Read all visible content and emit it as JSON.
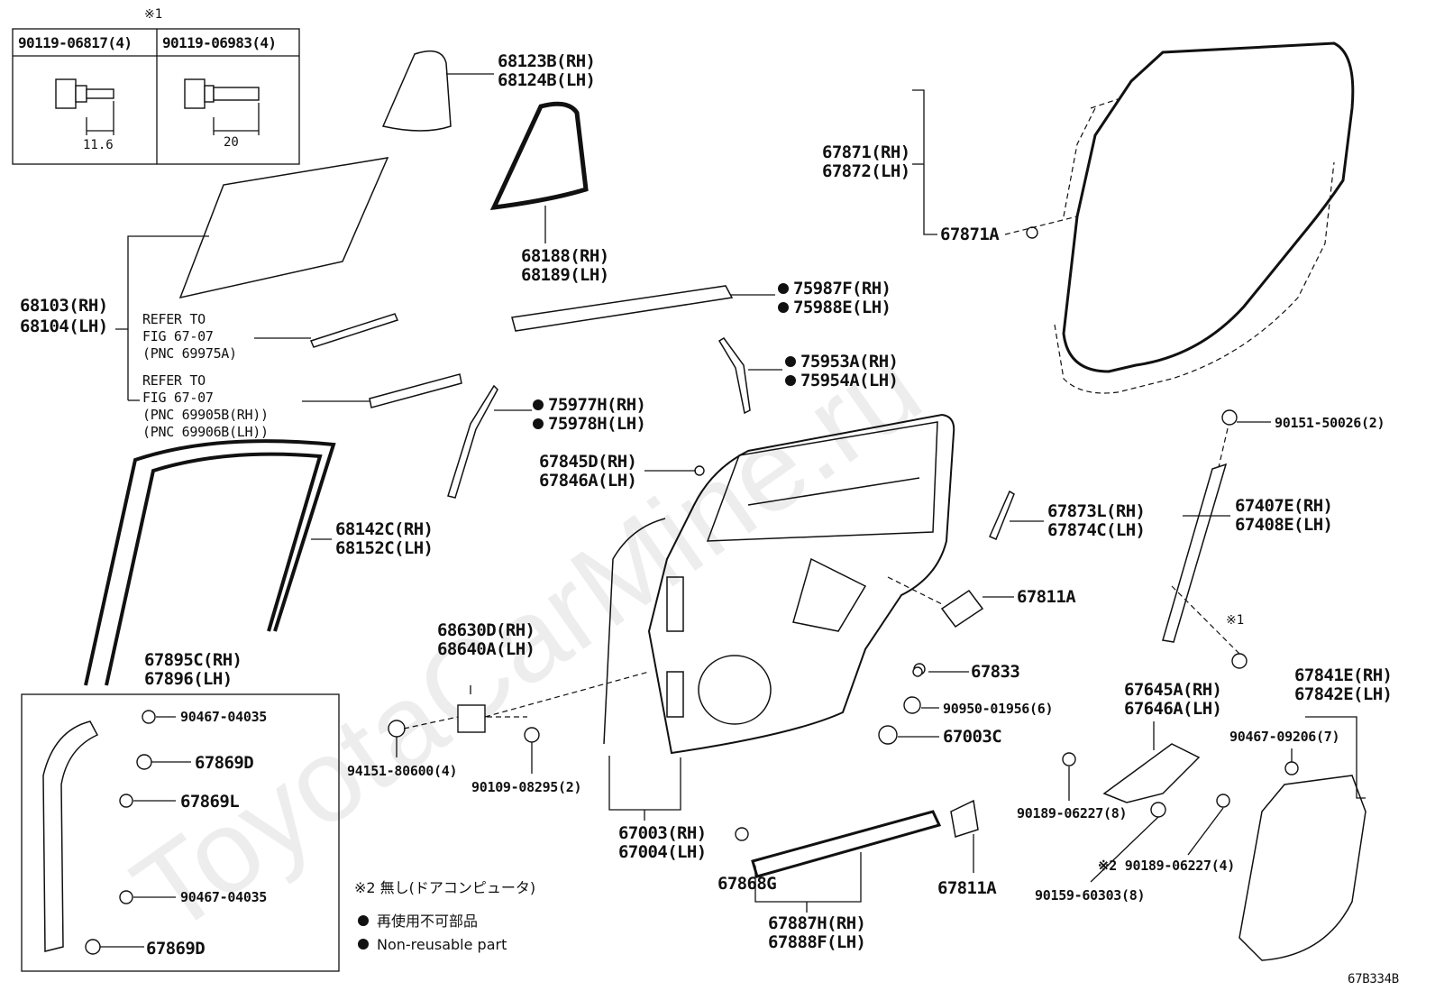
{
  "watermark": "ToyotaCarMine.ru",
  "footnote_mark_1": "※1",
  "fastener_table": {
    "col1": {
      "part": "90119-06817(4)",
      "dim": "11.6"
    },
    "col2": {
      "part": "90119-06983(4)",
      "dim": "20"
    }
  },
  "labels": {
    "l68123": [
      "68123B(RH)",
      "68124B(LH)"
    ],
    "l68188": [
      "68188(RH)",
      "68189(LH)"
    ],
    "l68103": [
      "68103(RH)",
      "68104(LH)"
    ],
    "ref1": [
      "REFER TO",
      "FIG 67-07",
      "(PNC 69975A)"
    ],
    "ref2": [
      "REFER TO",
      "FIG 67-07",
      "(PNC 69905B(RH))",
      "(PNC 69906B(LH))"
    ],
    "l75987": [
      "75987F(RH)",
      "75988E(LH)"
    ],
    "l75953": [
      "75953A(RH)",
      "75954A(LH)"
    ],
    "l75977": [
      "75977H(RH)",
      "75978H(LH)"
    ],
    "l67845": [
      "67845D(RH)",
      "67846A(LH)"
    ],
    "l67871": [
      "67871(RH)",
      "67872(LH)"
    ],
    "l67871A": "67871A",
    "l68142": [
      "68142C(RH)",
      "68152C(LH)"
    ],
    "l67873": [
      "67873L(RH)",
      "67874C(LH)"
    ],
    "l90151": "90151-50026(2)",
    "l67407": [
      "67407E(RH)",
      "67408E(LH)"
    ],
    "l67811A_1": "67811A",
    "l68630": [
      "68630D(RH)",
      "68640A(LH)"
    ],
    "l67895": [
      "67895C(RH)",
      "67896(LH)"
    ],
    "l90467_1": "90467-04035",
    "l67869D_1": "67869D",
    "l67869L": "67869L",
    "l90467_2": "90467-04035",
    "l67869D_2": "67869D",
    "l67833": "67833",
    "l90950": "90950-01956(6)",
    "l67003C": "67003C",
    "l94151": "94151-80600(4)",
    "l90109": "90109-08295(2)",
    "l67645": [
      "67645A(RH)",
      "67646A(LH)"
    ],
    "l67841": [
      "67841E(RH)",
      "67842E(LH)"
    ],
    "l90467_3": "90467-09206(7)",
    "l90189_1": "90189-06227(8)",
    "l90189_2": "※2 90189-06227(4)",
    "l90159": "90159-60303(8)",
    "l67003": [
      "67003(RH)",
      "67004(LH)"
    ],
    "l67868G": "67868G",
    "l67887": [
      "67887H(RH)",
      "67888F(LH)"
    ],
    "l67811A_2": "67811A",
    "note2": "※2  無し(ドアコンピュータ)",
    "legend_jp": "再使用不可部品",
    "legend_en": "Non-reusable part",
    "figure_code": "67B334B"
  }
}
